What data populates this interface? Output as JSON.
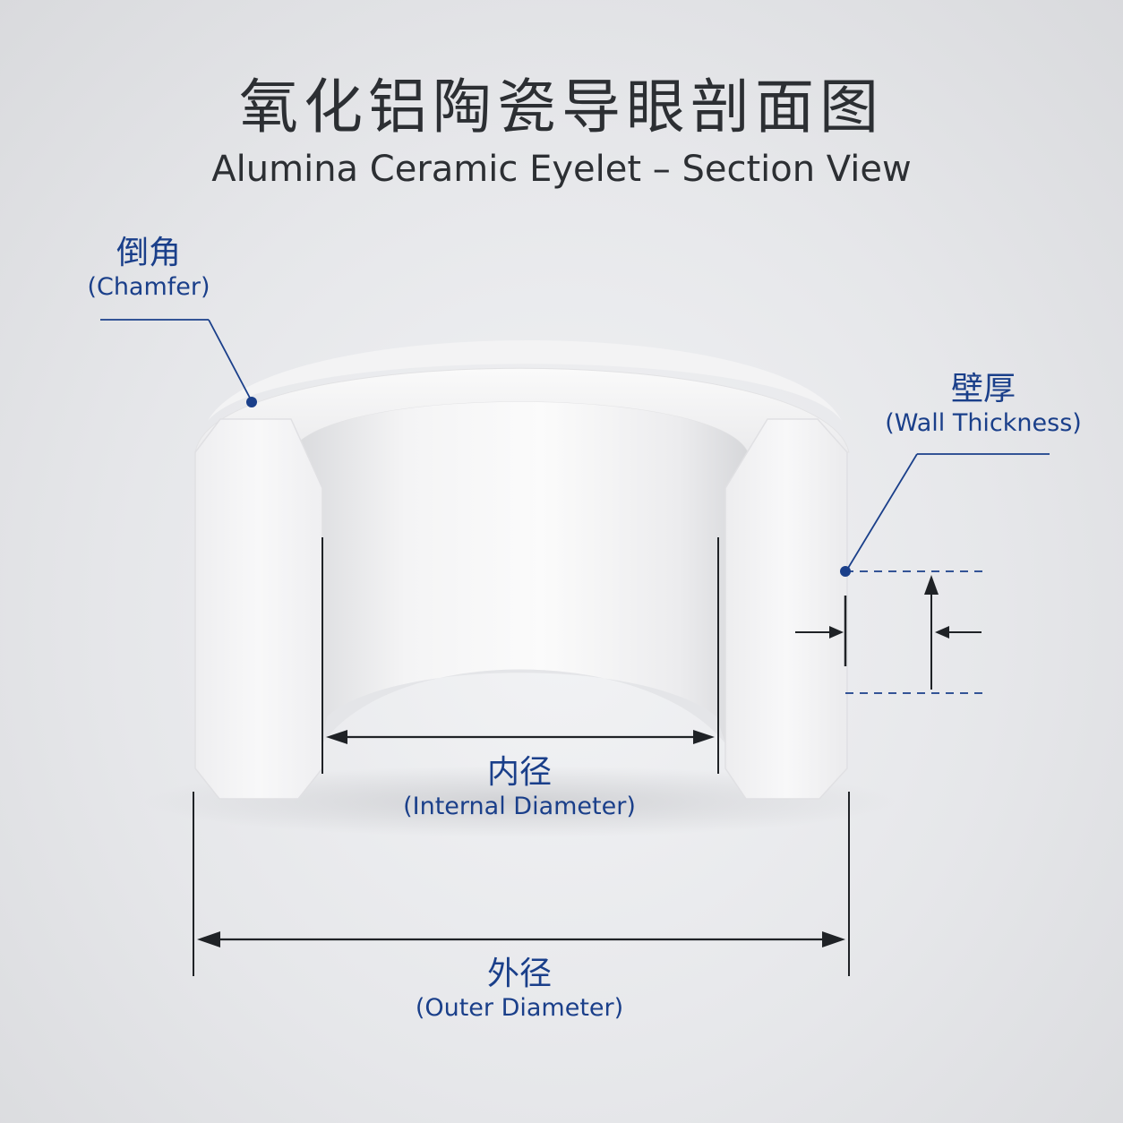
{
  "title": {
    "chinese": "氧化铝陶瓷导眼剖面图",
    "english": "Alumina Ceramic Eyelet – Section View"
  },
  "labels": {
    "chamfer": {
      "chinese": "倒角",
      "english": "(Chamfer)"
    },
    "wall_thickness": {
      "chinese": "壁厚",
      "english": "(Wall Thickness)"
    },
    "internal_diameter": {
      "chinese": "内径",
      "english": "(Internal Diameter)"
    },
    "outer_diameter": {
      "chinese": "外径",
      "english": "(Outer Diameter)"
    }
  },
  "colors": {
    "annotation_blue": "#1a3f8a",
    "dimension_black": "#1f2226",
    "ceramic_white": "#f7f7f8"
  }
}
